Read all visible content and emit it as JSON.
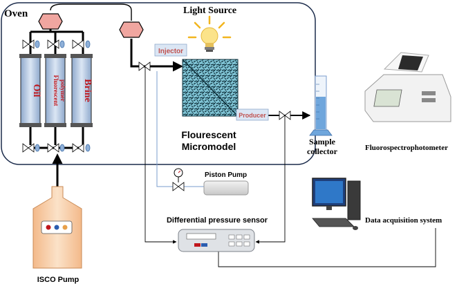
{
  "labels": {
    "oven": "Oven",
    "light_source": "Light Source",
    "injector": "Injector",
    "producer": "Producer",
    "micromodel_line1": "Flourescent",
    "micromodel_line2": "Micromodel",
    "sample_line1": "Sample",
    "sample_line2": "collector",
    "fluorospectro": "Fluorospectrophotometer",
    "piston_pump": "Piston Pump",
    "diff_pressure": "Differential pressure sensor",
    "data_acq": "Data acquisition system",
    "isco_pump": "ISCO Pump"
  },
  "columns": [
    {
      "label": "Oil"
    },
    {
      "label_line1": "Fluorescent",
      "label_line2": "polymer"
    },
    {
      "label": "Brine"
    }
  ],
  "colors": {
    "oven_border": "#1a2a4a",
    "column_fill": "#b9cce6",
    "column_text": "#c0161c",
    "valve_hex": "#f0a6a0",
    "pipe": "#000000",
    "thin_line": "#7a9ccc",
    "micromodel": "#2a6f8f",
    "tag_bg": "#dbe6f4",
    "tag_text": "#c0504d",
    "isco_body": "#f6c9a0"
  }
}
